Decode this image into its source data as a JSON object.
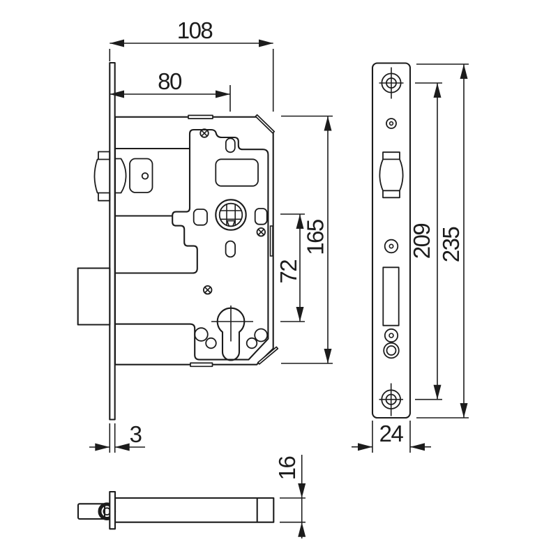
{
  "page": {
    "background": "#ffffff",
    "line_color": "#1c1c1c",
    "drawing_kind": "mortise-lock-dimension-drawing"
  },
  "dims": {
    "case_depth": "108",
    "backset": "80",
    "case_height": "165",
    "follower_to_cylinder_centres": "72",
    "faceplate_thickness": "3",
    "screw_centres": "209",
    "faceplate_height": "235",
    "faceplate_width": "24",
    "case_thickness": "16"
  }
}
